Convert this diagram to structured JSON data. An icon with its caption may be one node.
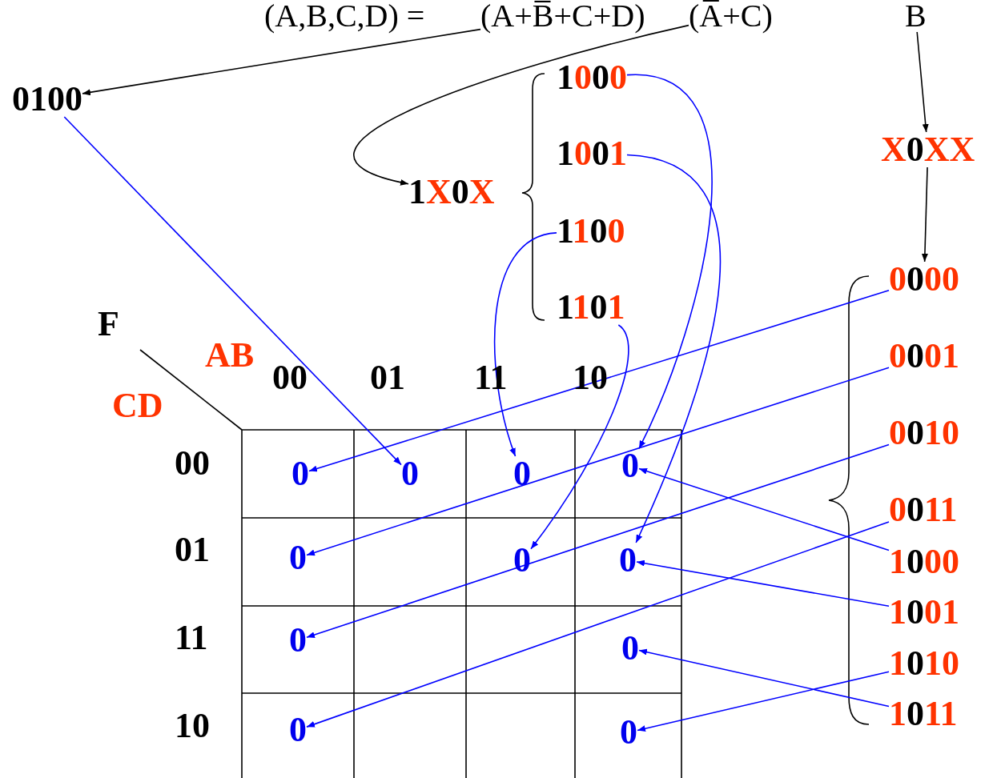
{
  "diagram": {
    "nodes": [
      {
        "text": [
          "(A+B̅+C+D)"
        ]
      },
      {
        "text": [
          "(A̅+C)"
        ]
      },
      {
        "text": [
          "B"
        ]
      },
      {
        "text": [
          "0100"
        ]
      },
      {
        "text": [
          "1X0X"
        ]
      },
      {
        "text": [
          "1000"
        ]
      },
      {
        "text": [
          "1001"
        ]
      },
      {
        "text": [
          "1100"
        ]
      },
      {
        "text": [
          "1101"
        ]
      },
      {
        "text": [
          "X0XX"
        ]
      },
      {
        "text": [
          "0000"
        ]
      },
      {
        "text": [
          "0001"
        ]
      },
      {
        "text": [
          "0010"
        ]
      },
      {
        "text": [
          "0011"
        ]
      },
      {
        "text": [
          "1000"
        ]
      },
      {
        "text": [
          "1001"
        ]
      },
      {
        "text": [
          "1010"
        ]
      },
      {
        "text": [
          "1011"
        ]
      },
      {
        "text": [
          "0"
        ]
      },
      {
        "text": [
          "0"
        ]
      },
      {
        "text": [
          "0"
        ]
      },
      {
        "text": [
          "0"
        ]
      },
      {
        "text": [
          "0"
        ]
      },
      {
        "text": [
          "0"
        ]
      },
      {
        "text": [
          "0"
        ]
      },
      {
        "text": [
          "0"
        ]
      },
      {
        "text": [
          "0"
        ]
      },
      {
        "text": [
          "0"
        ]
      },
      {
        "text": [
          "0"
        ]
      }
    ],
    "edges": [
      {
        "from": 0,
        "to": 3,
        "arrow": "to",
        "color": "#000000"
      },
      {
        "from": 1,
        "to": 4,
        "arrow": "to",
        "color": "#000000"
      },
      {
        "from": 2,
        "to": 9,
        "arrow": "to",
        "color": "#000000"
      },
      {
        "from": 9,
        "to": 10,
        "arrow": "to",
        "color": "#000000"
      },
      {
        "from": 3,
        "to": 19,
        "arrow": "to"
      },
      {
        "from": 5,
        "to": 21,
        "arrow": "to"
      },
      {
        "from": 6,
        "to": 24,
        "arrow": "to"
      },
      {
        "from": 7,
        "to": 20,
        "arrow": "to"
      },
      {
        "from": 8,
        "to": 23,
        "arrow": "to"
      },
      {
        "from": 10,
        "to": 18,
        "arrow": "to"
      },
      {
        "from": 11,
        "to": 22,
        "arrow": "to"
      },
      {
        "from": 12,
        "to": 25,
        "arrow": "to"
      },
      {
        "from": 13,
        "to": 27,
        "arrow": "to"
      },
      {
        "from": 14,
        "to": 21,
        "arrow": "to"
      },
      {
        "from": 15,
        "to": 24,
        "arrow": "to"
      },
      {
        "from": 16,
        "to": 28,
        "arrow": "to"
      },
      {
        "from": 17,
        "to": 26,
        "arrow": "to"
      }
    ],
    "labels": [
      "(A,B,C,D) =",
      "F",
      "AB",
      "00",
      "01",
      "11",
      "10",
      "CD",
      "00",
      "01",
      "11",
      "10"
    ]
  }
}
